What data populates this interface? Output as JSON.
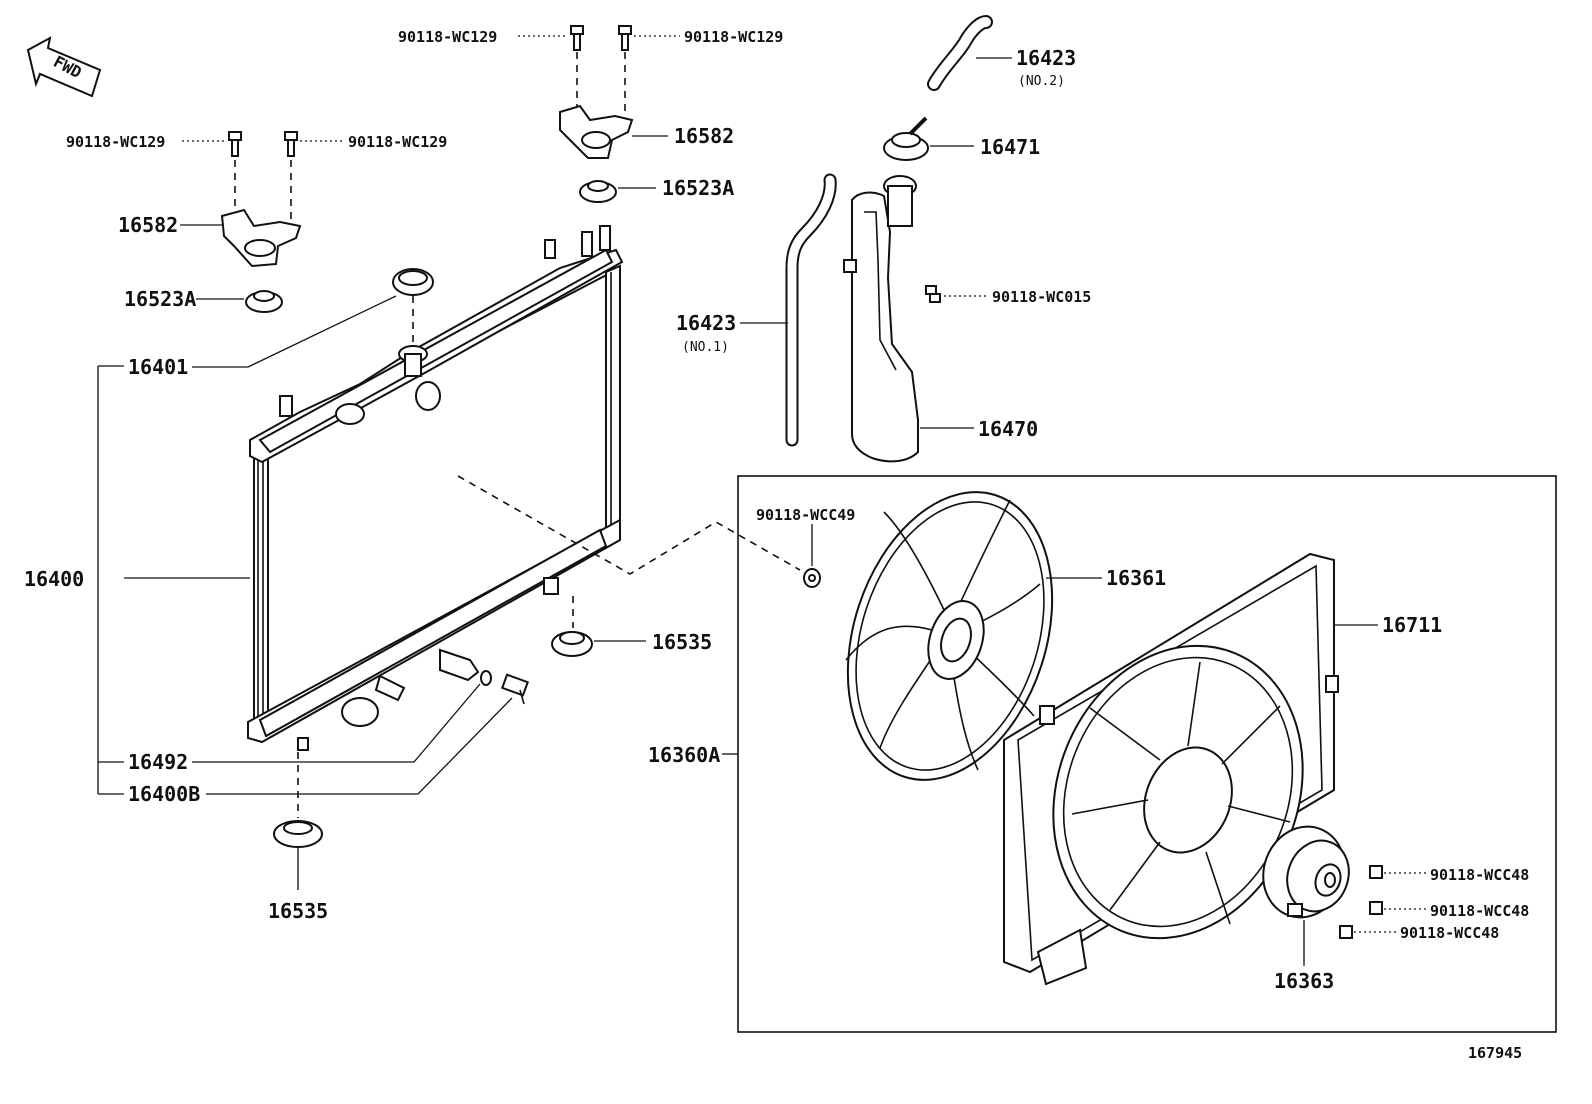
{
  "fwd_label": "FWD",
  "labels": {
    "bolt_a1": "90118-WC129",
    "bolt_a2": "90118-WC129",
    "bolt_b1": "90118-WC129",
    "bolt_b2": "90118-WC129",
    "bracket_upper": "16582",
    "bracket_left": "16582",
    "cushion_upper": "16523A",
    "cushion_left": "16523A",
    "cap": "16401",
    "radiator": "16400",
    "oring": "16492",
    "drain_cock": "16400B",
    "lower_cushion_bottom": "16535",
    "lower_cushion_mid": "16535",
    "hose_no2": "16423",
    "hose_no2_note": "(NO.2)",
    "reserve_cap": "16471",
    "bolt_tank": "90118-WC015",
    "hose_no1": "16423",
    "hose_no1_note": "(NO.1)",
    "reserve_tank": "16470",
    "nut_fan": "90118-WCC49",
    "fan": "16361",
    "shroud": "16711",
    "fan_assy": "16360A",
    "motor": "16363",
    "bolt_motor1": "90118-WCC48",
    "bolt_motor2": "90118-WCC48",
    "bolt_motor3": "90118-WCC48"
  },
  "illustration_id": "167945"
}
